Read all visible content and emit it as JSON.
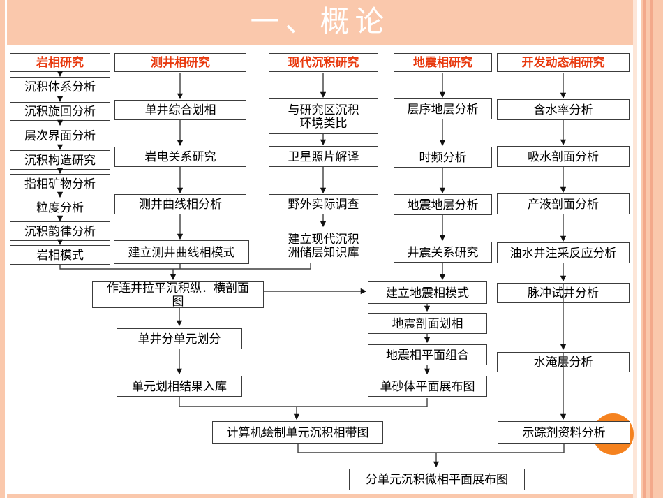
{
  "page_title": "一、概论",
  "columns": [
    {
      "header": "岩相研究",
      "steps": [
        "沉积体系分析",
        "沉积旋回分析",
        "层次界面分析",
        "沉积构造研究",
        "指相矿物分析",
        "粒度分析",
        "沉积韵律分析",
        "岩相模式"
      ]
    },
    {
      "header": "测井相研究",
      "steps": [
        "单井综合划相",
        "岩电关系研究",
        "测井曲线相分析",
        "建立测井曲线相模式"
      ]
    },
    {
      "header": "现代沉积研究",
      "steps": [
        "与研究区沉积环境类比",
        "卫星照片解译",
        "野外实际调查",
        "建立现代沉积洲储层知识库"
      ]
    },
    {
      "header": "地震相研究",
      "steps": [
        "层序地层分析",
        "时频分析",
        "地震地层分析",
        "井震关系研究"
      ]
    },
    {
      "header": "开发动态相研究",
      "steps": [
        "含水率分析",
        "吸水剖面分析",
        "产液剖面分析",
        "油水井注采反应分析"
      ]
    }
  ],
  "integration": {
    "cross_section": "作连井拉平沉积纵．横剖面图",
    "unit_division": "单井分单元划分",
    "unit_db": "单元划相结果入库",
    "seismic_model": "建立地震相模式",
    "seismic_profile": "地震剖面划相",
    "seismic_plane": "地震相平面组合",
    "sandbody_map": "单砂体平面展布图",
    "pulse_test": "脉冲试井分析",
    "flooded_layer": "水淹层分析",
    "tracer": "示踪剂资料分析",
    "facies_belt_map": "计算机绘制单元沉积相带图",
    "microfacies_map": "分单元沉积微相平面展布图"
  },
  "colors": {
    "slide_bg": "#FAC8AC",
    "content_bg": "#FFFFFF",
    "title_text": "#FFFFFF",
    "header_red": "#E8390E",
    "box_border": "#3C3C3C",
    "line_color": "#3F3F3F",
    "accent_circle": "#F5821F",
    "stripe_pale": "#FDE6D8",
    "stripe_dark": "#F3A98B"
  }
}
